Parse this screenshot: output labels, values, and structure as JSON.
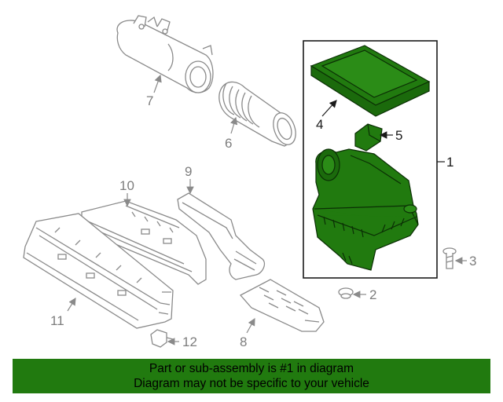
{
  "colors": {
    "highlight_fill": "#217a0f",
    "highlight_stroke": "#0b2f05",
    "part_outline": "#8a8a8a",
    "callout_highlight": "#1a1a1a",
    "callout_other": "#7d7d7d",
    "banner_bg": "#217a0f"
  },
  "callouts": {
    "c1": "1",
    "c2": "2",
    "c3": "3",
    "c4": "4",
    "c5": "5",
    "c6": "6",
    "c7": "7",
    "c8": "8",
    "c9": "9",
    "c10": "10",
    "c11": "11",
    "c12": "12"
  },
  "highlighted_part": "1",
  "banner": {
    "line1": "Part or sub-assembly is #1 in diagram",
    "line2": "Diagram may not be specific to your vehicle"
  }
}
